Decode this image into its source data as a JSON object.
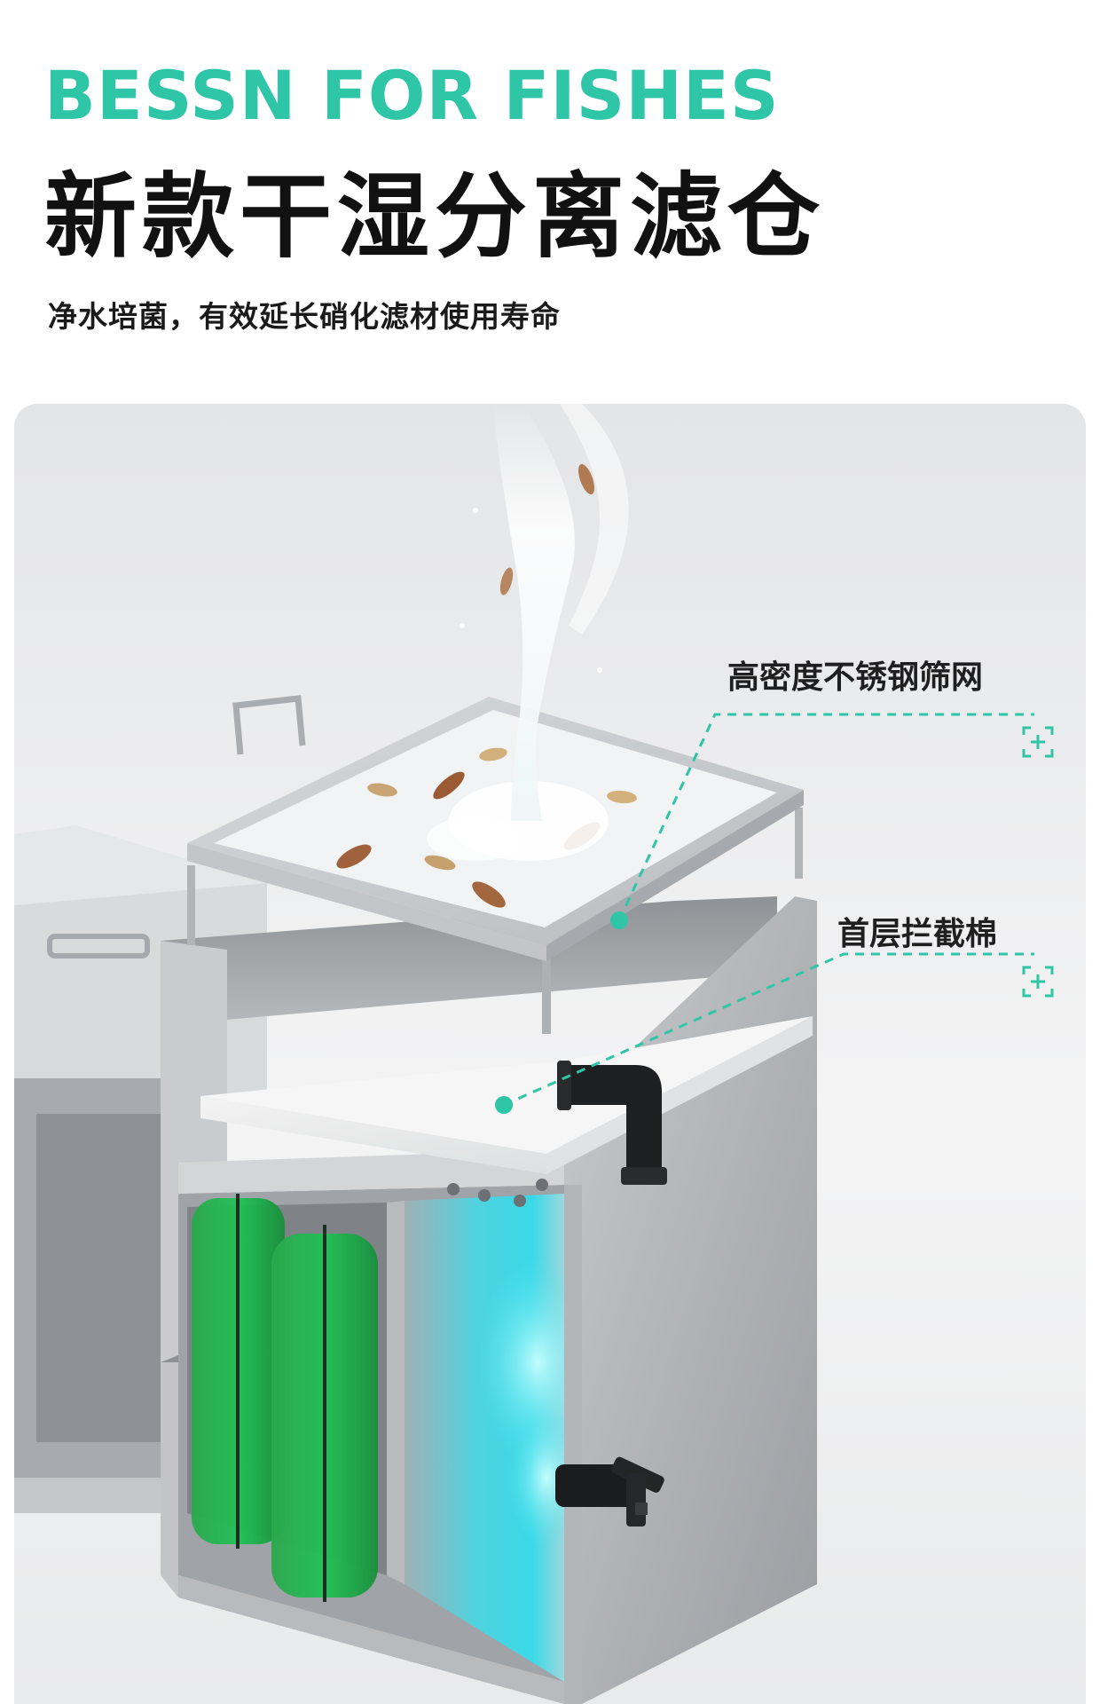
{
  "header": {
    "brand": "BESSN FOR FISHES",
    "headline": "新款干湿分离滤仓",
    "subline": "净水培菌，有效延长硝化滤材使用寿命"
  },
  "callouts": [
    {
      "label": "高密度不锈钢筛网",
      "icon": "focus-plus-icon"
    },
    {
      "label": "首层拦截棉",
      "icon": "focus-plus-icon"
    }
  ],
  "colors": {
    "accent": "#2fc6a8",
    "stainless": "#bcbfc3",
    "brush_green": "#1fb04a",
    "uv_cyan": "#3fdce6",
    "valve_black": "#1c1c1c"
  }
}
